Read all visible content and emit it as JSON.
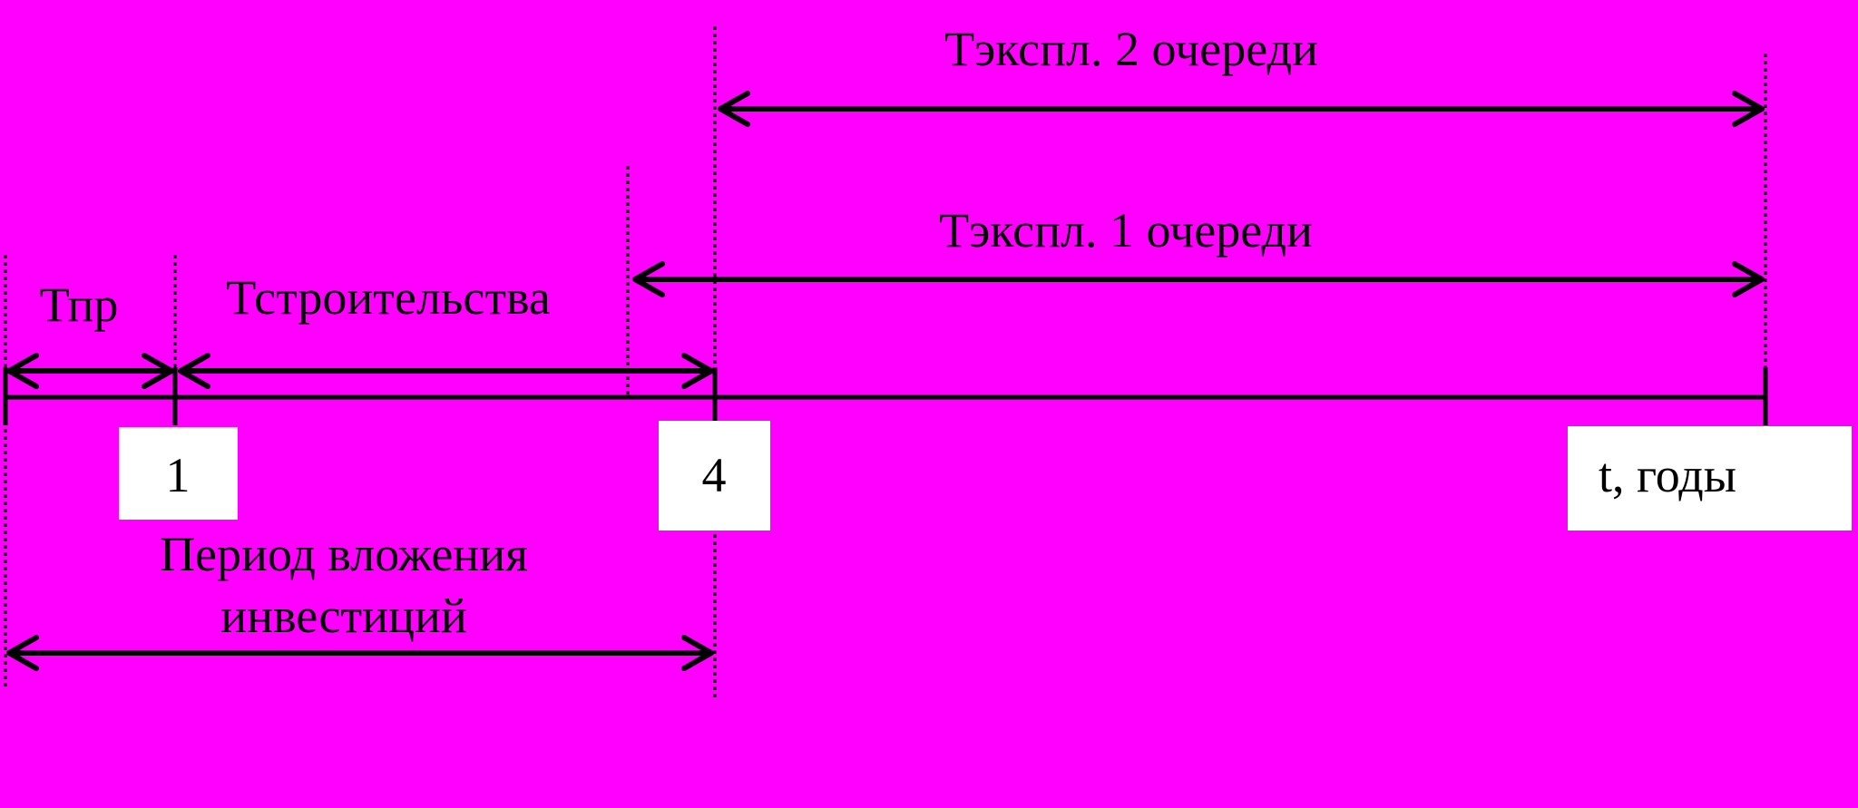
{
  "background_color": "#FF00FF",
  "labels": {
    "t_expl_2": "Тэкспл. 2 очереди",
    "t_expl_1": "Тэкспл. 1 очереди",
    "t_pr": "Тпр",
    "t_construction": "Тстроительства",
    "investment_period_line1": "Период вложения",
    "investment_period_line2": "инвестиций"
  },
  "axis": {
    "tick_1": "1",
    "tick_4": "4",
    "unit_label": "t, годы"
  }
}
